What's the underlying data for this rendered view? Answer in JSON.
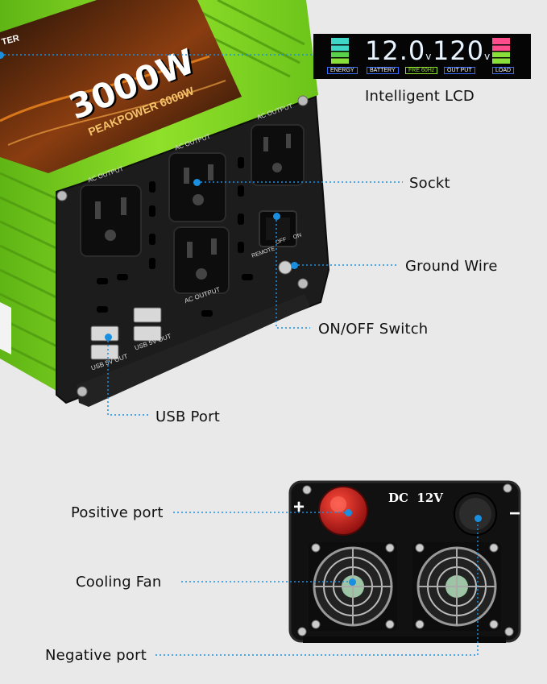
{
  "product": {
    "brand_fragment": "TER",
    "rated_power": "3000W",
    "peak_power": "PEAKPOWER 6000W",
    "outlet_label": "AC OUTPUT",
    "usb_label": "USB 5V OUT",
    "switch_labels": [
      "REMOTE",
      "OFF",
      "ON"
    ]
  },
  "lcd": {
    "input_voltage": "12.0",
    "output_voltage": "120",
    "unit": "v",
    "tags": [
      "ENERGY",
      "BATTERY",
      "FRE 60Hz",
      "OUT PUT",
      "LOAD"
    ],
    "colors": {
      "background": "#050505",
      "digits": "#e8f4ff",
      "frame": "#3a6cff",
      "freq_tag": "#8fe02f"
    }
  },
  "rear_panel": {
    "voltage_label": "DC  12V",
    "positive_symbol": "+",
    "negative_symbol": "−"
  },
  "callouts": {
    "lcd": "Intelligent LCD",
    "socket": "Sockt",
    "ground": "Ground Wire",
    "switch": "ON/OFF Switch",
    "usb": "USB Port",
    "positive": "Positive port",
    "fan": "Cooling Fan",
    "negative": "Negative port"
  },
  "colors": {
    "callout_line": "#1a8fe0",
    "housing_green": "#7fd21e",
    "panel_black": "#1c1c1c",
    "positive_red": "#c81e1e"
  }
}
